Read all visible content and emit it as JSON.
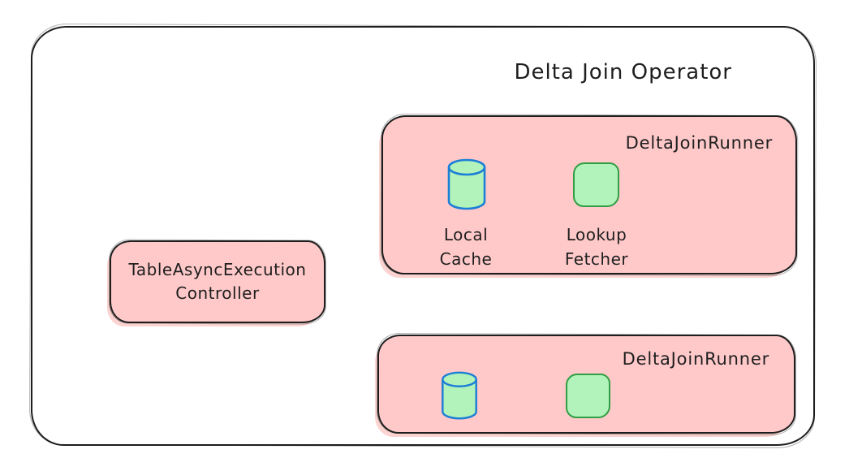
{
  "diagram": {
    "title": "Delta Join Operator",
    "controller": {
      "label_line1": "TableAsyncExecution",
      "label_line2": "Controller"
    },
    "runner_top": {
      "label": "DeltaJoinRunner",
      "cache_icon": "database-cylinder-icon",
      "cache_label_line1": "Local",
      "cache_label_line2": "Cache",
      "fetcher_icon": "green-rounded-square-icon",
      "fetcher_label_line1": "Lookup",
      "fetcher_label_line2": "Fetcher"
    },
    "runner_bottom": {
      "label": "DeltaJoinRunner",
      "cache_icon": "database-cylinder-icon",
      "fetcher_icon": "green-rounded-square-icon"
    },
    "colors": {
      "box_fill_pink": "#ffc9c9",
      "icon_fill_green": "#b2f2bb",
      "cylinder_stroke_blue": "#1c7ed6",
      "square_stroke_green": "#2f9e44",
      "outline": "#1e1e1e",
      "background": "#ffffff"
    }
  }
}
